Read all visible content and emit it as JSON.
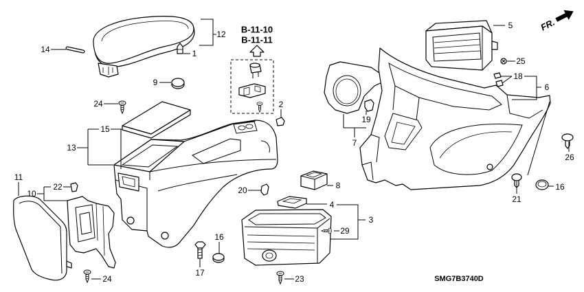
{
  "diagram_code": "SMG7B3740D",
  "direction_label": "FR.",
  "reference": {
    "group_1": "B-11-10",
    "group_2": "B-11-11"
  },
  "callouts": {
    "part_1": "1",
    "part_2": "2",
    "part_3": "3",
    "part_4": "4",
    "part_5": "5",
    "part_6": "6",
    "part_7": "7",
    "part_8": "8",
    "part_9": "9",
    "part_10": "10",
    "part_11": "11",
    "part_12": "12",
    "part_13": "13",
    "part_14": "14",
    "part_15": "15",
    "part_16_center": "16",
    "part_16_right": "16",
    "part_17": "17",
    "part_18": "18",
    "part_19": "19",
    "part_20": "20",
    "part_21": "21",
    "part_22": "22",
    "part_23": "23",
    "part_24_upper": "24",
    "part_24_lower": "24",
    "part_25": "25",
    "part_26": "26",
    "part_29": "29"
  }
}
